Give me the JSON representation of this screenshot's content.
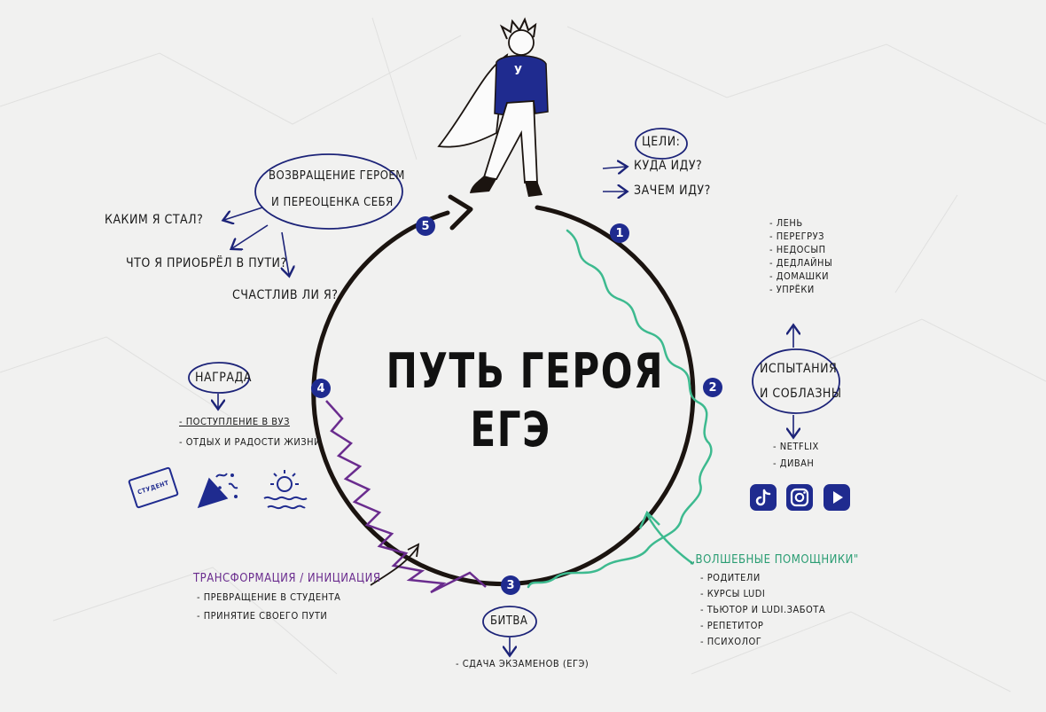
{
  "title": {
    "line1": "ПУТЬ ГЕРОЯ",
    "line2": "ЕГЭ"
  },
  "hero_sweater_letter": "У",
  "goals": {
    "heading": "ЦЕЛИ:",
    "items": [
      "КУДА ИДУ?",
      "ЗАЧЕМ ИДУ?"
    ]
  },
  "return": {
    "line1": "ВОЗВРАЩЕНИЕ ГЕРОЕМ",
    "line2": "И ПЕРЕОЦЕНКА СЕБЯ",
    "questions": [
      "КАКИМ Я СТАЛ?",
      "ЧТО Я ПРИОБРЁЛ В ПУТИ?",
      "СЧАСТЛИВ ЛИ Я?"
    ]
  },
  "trials": {
    "line1": "ИСПЫТАНИЯ",
    "line2": "И СОБЛАЗНЫ",
    "upper": [
      "- ЛЕНЬ",
      "- ПЕРЕГРУЗ",
      "- НЕДОСЫП",
      "- ДЕДЛАЙНЫ",
      "- ДОМАШКИ",
      "- УПРЁКИ"
    ],
    "lower": [
      "- NETFLIX",
      "- ДИВАН"
    ]
  },
  "reward": {
    "label": "НАГРАДА",
    "items": [
      "- ПОСТУПЛЕНИЕ В ВУЗ",
      "- ОТДЫХ И РАДОСТИ ЖИЗНИ"
    ],
    "card_text": "СТУДЕНТ"
  },
  "transformation": {
    "heading": "ТРАНСФОРМАЦИЯ / ИНИЦИАЦИЯ",
    "items": [
      "- ПРЕВРАЩЕНИЕ В СТУДЕНТА",
      "- ПРИНЯТИЕ СВОЕГО ПУТИ"
    ]
  },
  "helpers": {
    "heading": "„ВОЛШЕБНЫЕ ПОМОЩНИКИ\"",
    "items": [
      "- РОДИТЕЛИ",
      "- КУРСЫ LUDI",
      "- ТЬЮТОР И LUDI.ЗАБОТА",
      "- РЕПЕТИТОР",
      "- ПСИХОЛОГ"
    ]
  },
  "battle": {
    "label": "БИТВА",
    "items": [
      "- СДАЧА ЭКЗАМЕНОВ (ЕГЭ)"
    ]
  },
  "stages": [
    "1",
    "2",
    "3",
    "4",
    "5"
  ],
  "colors": {
    "navy": "#1f2b8f",
    "green": "#3dba8f",
    "purple": "#6a2c8e",
    "ink": "#1b1410"
  }
}
